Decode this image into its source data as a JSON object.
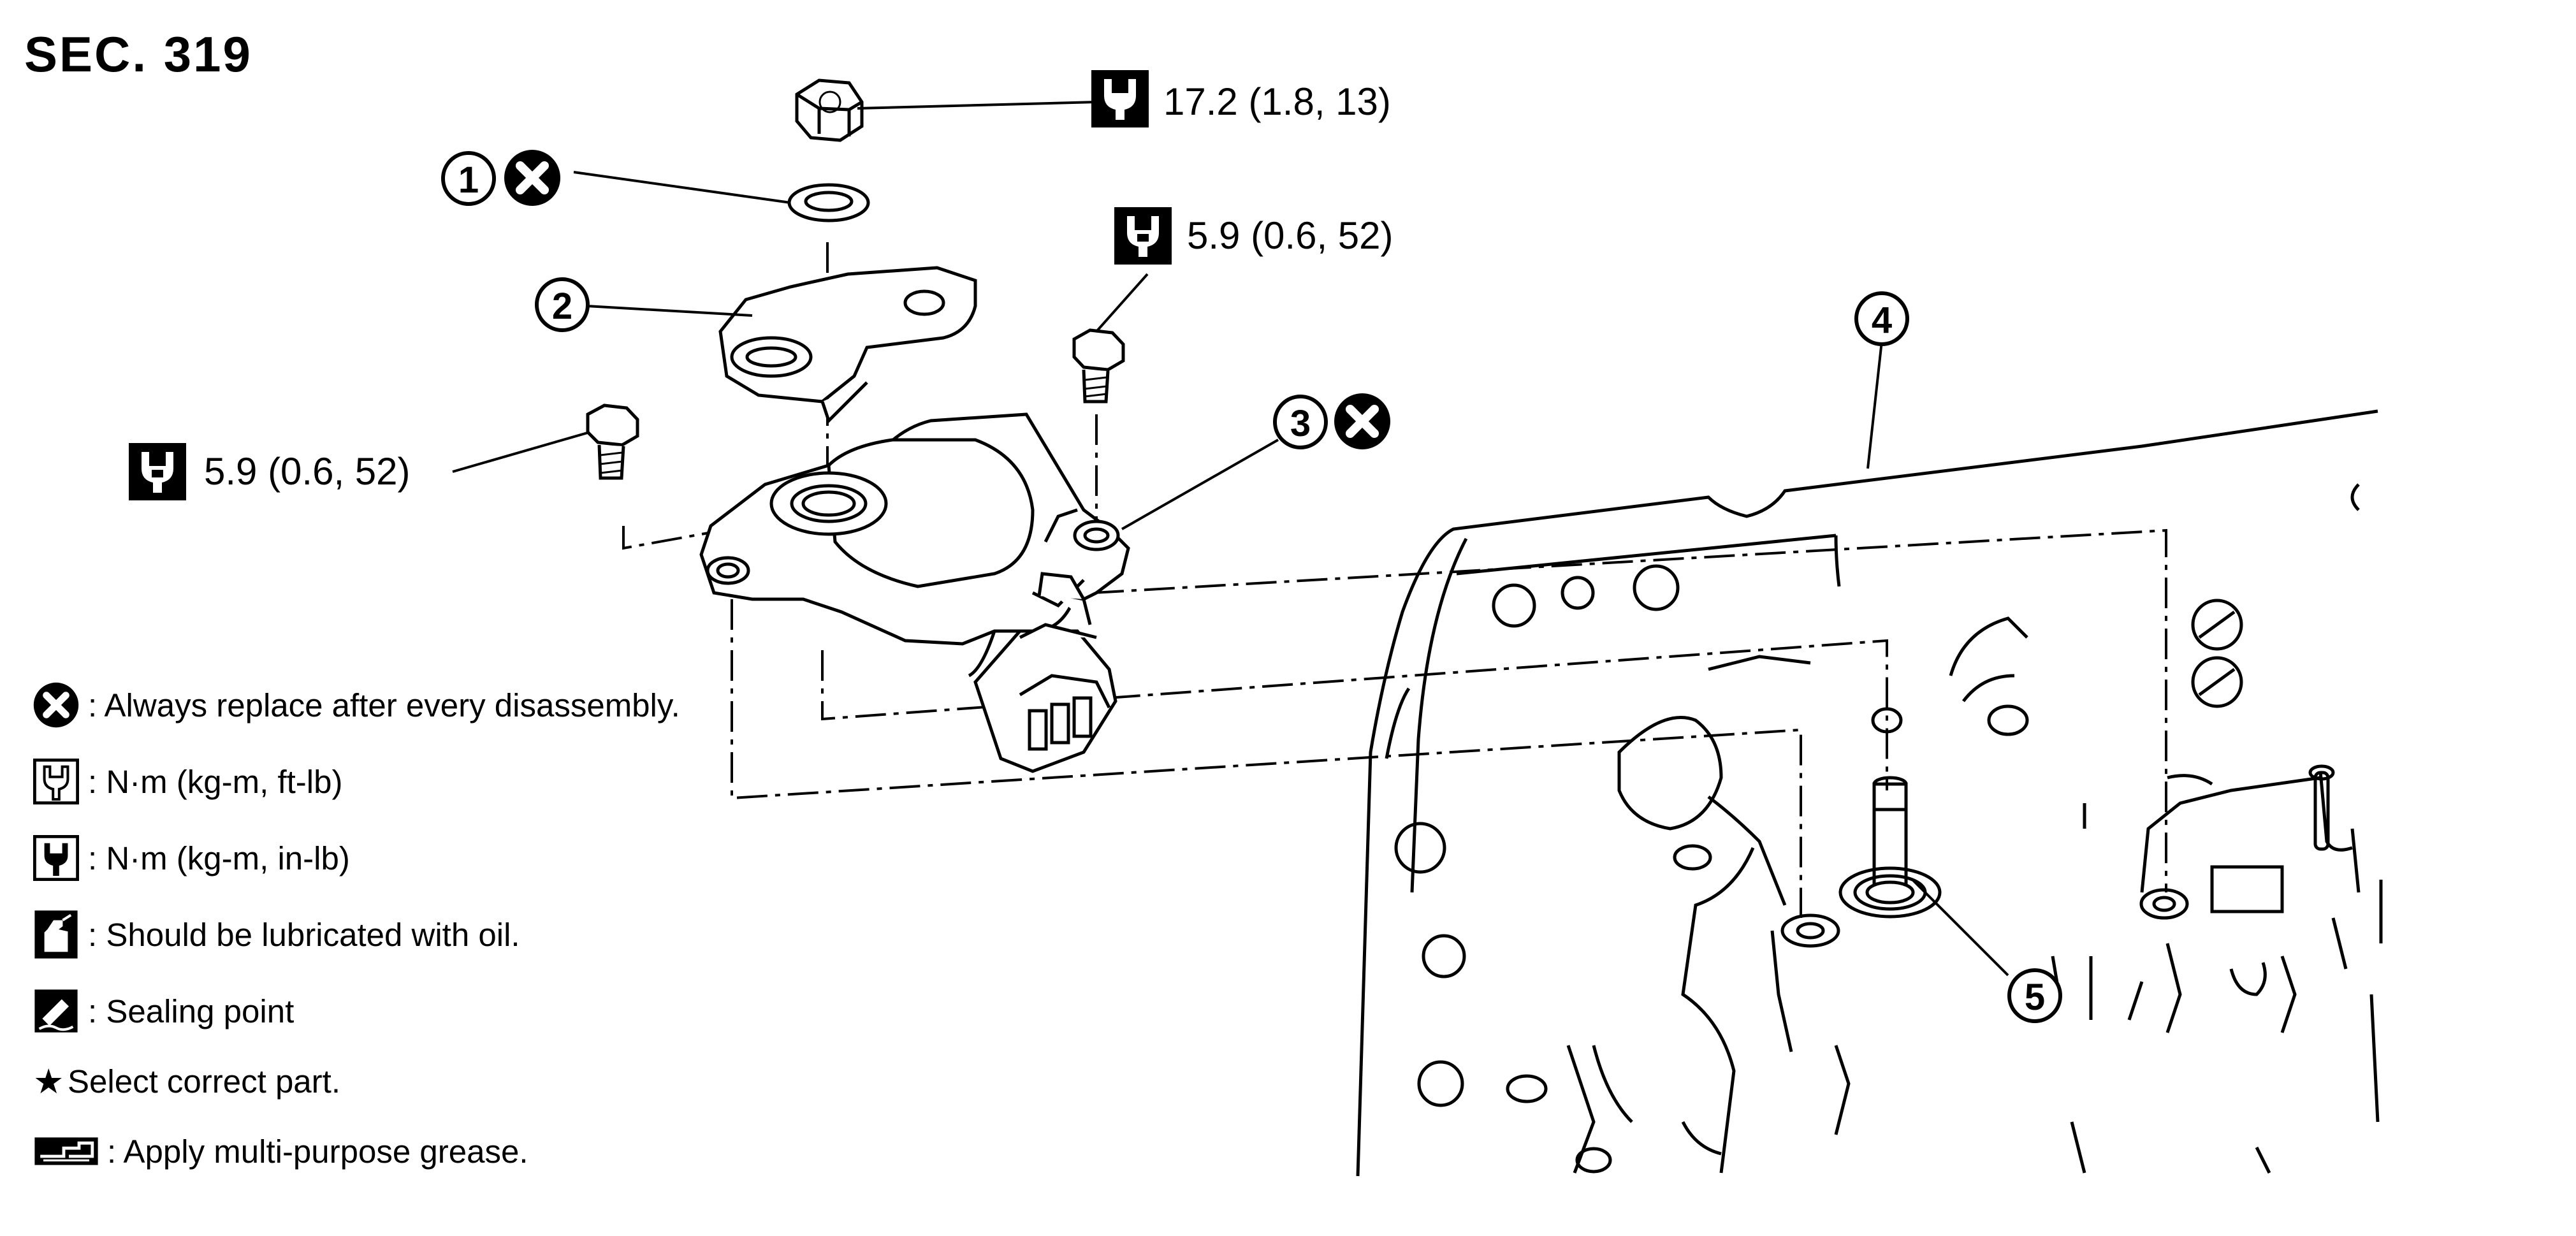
{
  "section": {
    "title": "SEC. 319"
  },
  "callouts": {
    "nut_torque": "17.2 (1.8, 13)",
    "bolt_right_torque": "5.9 (0.6, 52)",
    "bolt_left_torque": "5.9 (0.6, 52)",
    "part_1": "1",
    "part_2": "2",
    "part_3": "3",
    "part_4": "4",
    "part_5": "5"
  },
  "legend": {
    "items": [
      {
        "icon": "replace-x-icon",
        "text": ": Always replace after every disassembly."
      },
      {
        "icon": "torque-ftlb-icon",
        "text": ": N·m (kg-m, ft-lb)"
      },
      {
        "icon": "torque-inlb-icon",
        "text": ": N·m (kg-m, in-lb)"
      },
      {
        "icon": "oil-can-icon",
        "text": ": Should be lubricated with oil."
      },
      {
        "icon": "sealing-icon",
        "text": ": Sealing point"
      },
      {
        "icon": "star-icon",
        "text": " Select correct part."
      },
      {
        "icon": "grease-icon",
        "text": ": Apply multi-purpose grease."
      }
    ],
    "star_glyph": "★"
  },
  "colors": {
    "ink": "#000000",
    "paper": "#ffffff"
  }
}
